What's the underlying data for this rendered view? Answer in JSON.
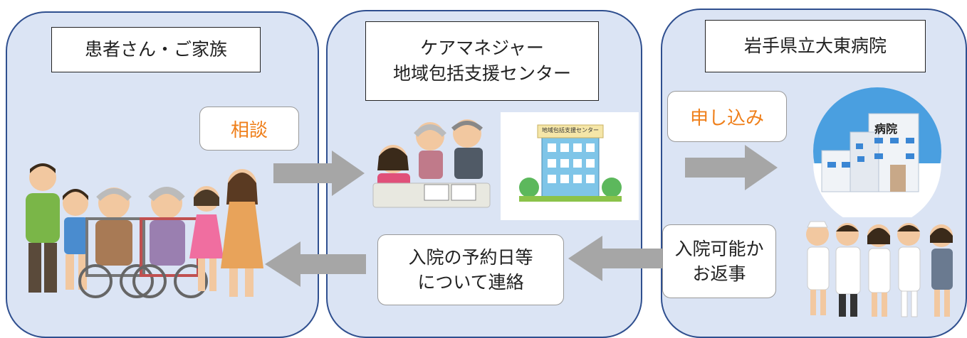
{
  "panels": {
    "patient": {
      "title": "患者さん・ご家族"
    },
    "care": {
      "title": "ケアマネジャー\n地域包括支援センター"
    },
    "hospital": {
      "title": "岩手県立大東病院"
    }
  },
  "labels": {
    "consult": "相談",
    "apply": "申し込み",
    "reply": "入院可能か\nお返事",
    "notify": "入院の予約日等\nについて連絡"
  },
  "sign_texts": {
    "center_sign": "地域包括支援センター",
    "hospital_sign": "病院"
  },
  "colors": {
    "panel_fill": "#dbe4f4",
    "panel_border": "#2f4f8f",
    "arrow": "#a6a6a6",
    "label_orange": "#ef7f1a"
  }
}
